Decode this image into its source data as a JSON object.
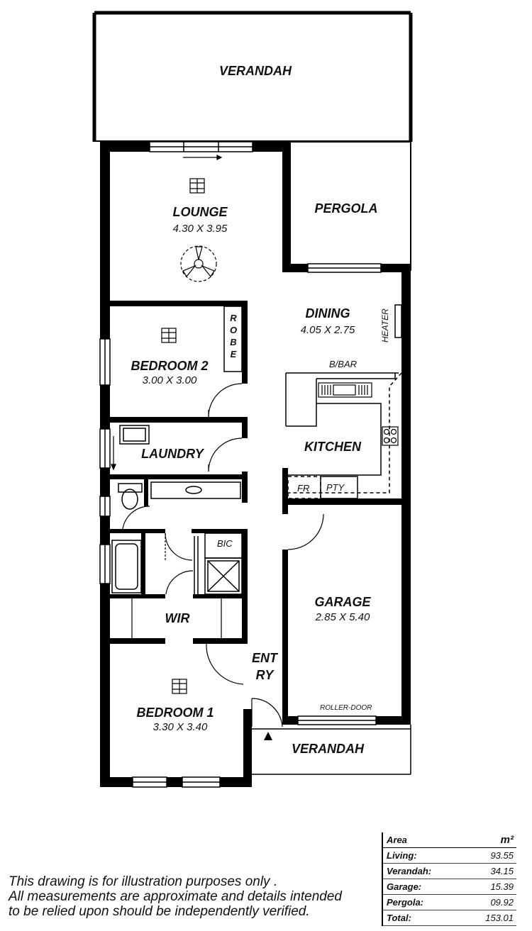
{
  "rooms": {
    "verandah_rear": "VERANDAH",
    "lounge": {
      "name": "LOUNGE",
      "dims": "4.30 X 3.95"
    },
    "pergola": "PERGOLA",
    "dining": {
      "name": "DINING",
      "dims": "4.05 X 2.75"
    },
    "heater": "HEATER",
    "robe": "ROBE",
    "bedroom2": {
      "name": "BEDROOM 2",
      "dims": "3.00 X 3.00"
    },
    "b_bar": "B/BAR",
    "laundry": "LAUNDRY",
    "kitchen": "KITCHEN",
    "fr": "FR",
    "pty": "PTY",
    "bic": "BIC",
    "wir": "WIR",
    "garage": {
      "name": "GARAGE",
      "dims": "2.85 X 5.40"
    },
    "entry_line1": "ENT",
    "entry_line2": "RY",
    "bedroom1": {
      "name": "BEDROOM 1",
      "dims": "3.30 X 3.40"
    },
    "roller_door": "ROLLER-DOOR",
    "verandah_front": "VERANDAH"
  },
  "disclaimer": {
    "line1": "This drawing is for illustration purposes only .",
    "line2": "All measurements are approximate and details intended",
    "line3": "to be relied upon should be independently verified."
  },
  "area_table": {
    "header_label": "Area",
    "header_unit": "m²",
    "rows": [
      {
        "label": "Living:",
        "value": "93.55"
      },
      {
        "label": "Verandah:",
        "value": "34.15"
      },
      {
        "label": "Garage:",
        "value": "15.39"
      },
      {
        "label": "Pergola:",
        "value": "09.92"
      },
      {
        "label": "Total:",
        "value": "153.01"
      }
    ]
  }
}
